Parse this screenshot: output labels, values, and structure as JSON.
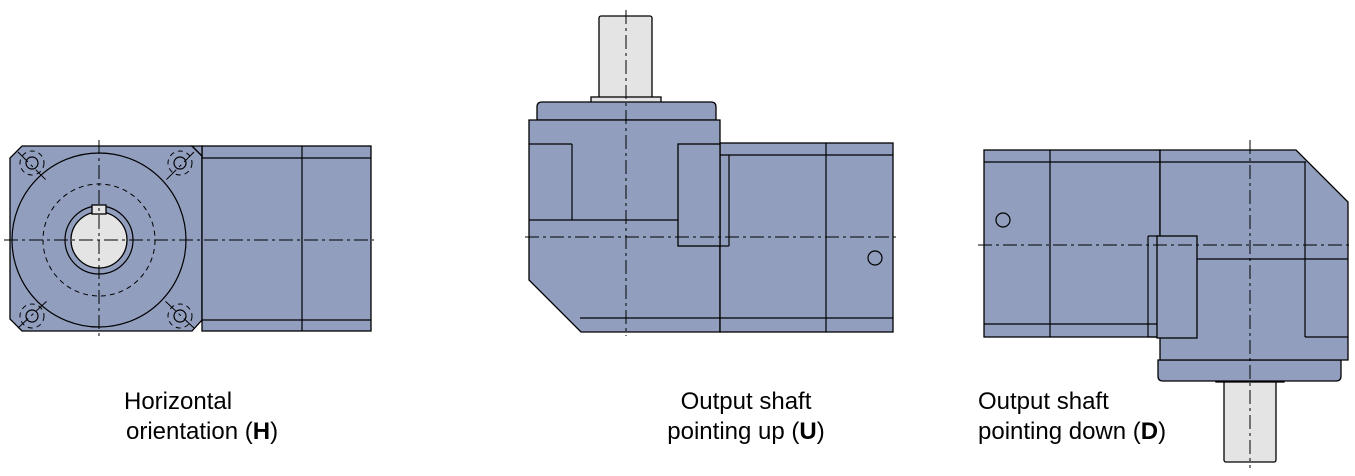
{
  "colors": {
    "body_fill": "#919ebe",
    "shaft_fill": "#e4e4e4",
    "stroke": "#000000",
    "background": "#ffffff"
  },
  "captions": {
    "horizontal": {
      "line1": "Horizontal",
      "line2_prefix": "orientation (",
      "line2_code": "H",
      "line2_suffix": ")"
    },
    "up": {
      "line1": "Output shaft",
      "line2_prefix": "pointing up (",
      "line2_code": "U",
      "line2_suffix": ")"
    },
    "down": {
      "line1": "Output shaft",
      "line2_prefix": "pointing down (",
      "line2_code": "D",
      "line2_suffix": ")"
    }
  }
}
